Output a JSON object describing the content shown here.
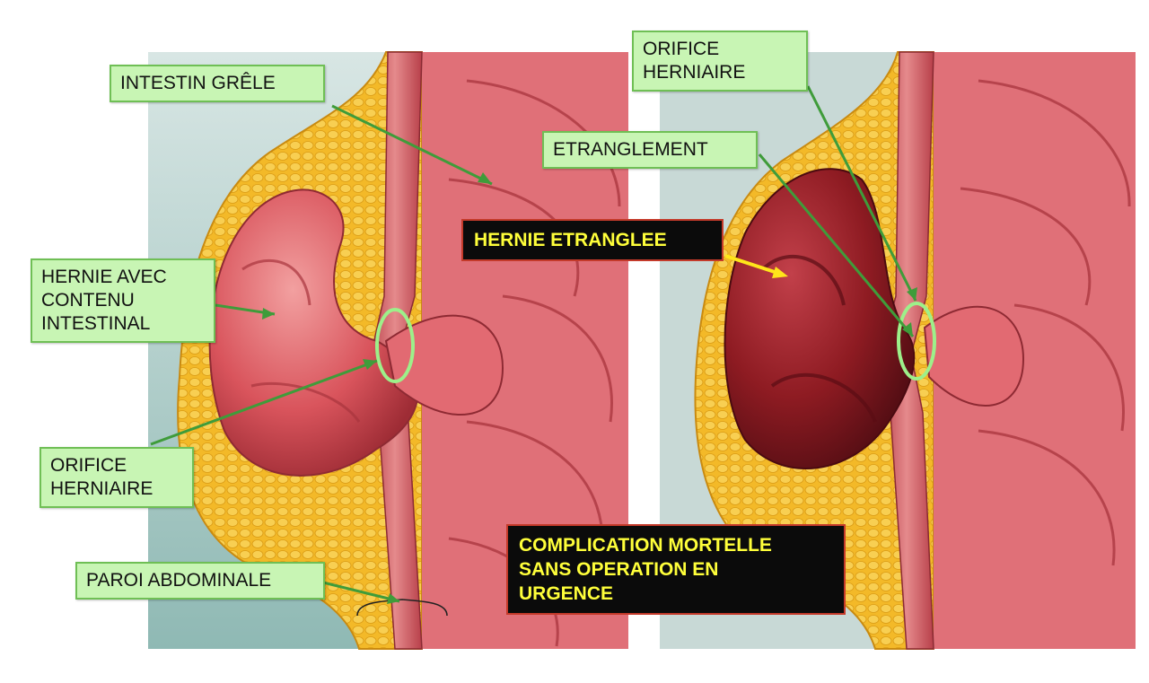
{
  "left_panel": {
    "labels": {
      "intestin": "INTESTIN GRÊLE",
      "hernie_contenu": "HERNIE AVEC\nCONTENU\nINTESTINAL",
      "orifice": "ORIFICE\nHERNIAIRE",
      "paroi": "PAROI ABDOMINALE"
    }
  },
  "right_panel": {
    "labels": {
      "orifice": "ORIFICE\nHERNIAIRE",
      "etranglement": "ETRANGLEMENT"
    }
  },
  "callouts": {
    "hernie_etranglee": "HERNIE ETRANGLEE",
    "complication": "COMPLICATION MORTELLE\nSANS OPERATION EN\nURGENCE"
  },
  "colors": {
    "label_fill": "#c8f5b4",
    "label_border": "#6fbf55",
    "leader_line": "#3f9c3a",
    "callout_fill": "#0b0b0b",
    "callout_text": "#ffff3a",
    "callout_border": "#c43a2a",
    "intestine": "#d9545c",
    "strangulated": "#8e1b22",
    "fat": "#f3b928",
    "background": "#b9d4d0"
  }
}
